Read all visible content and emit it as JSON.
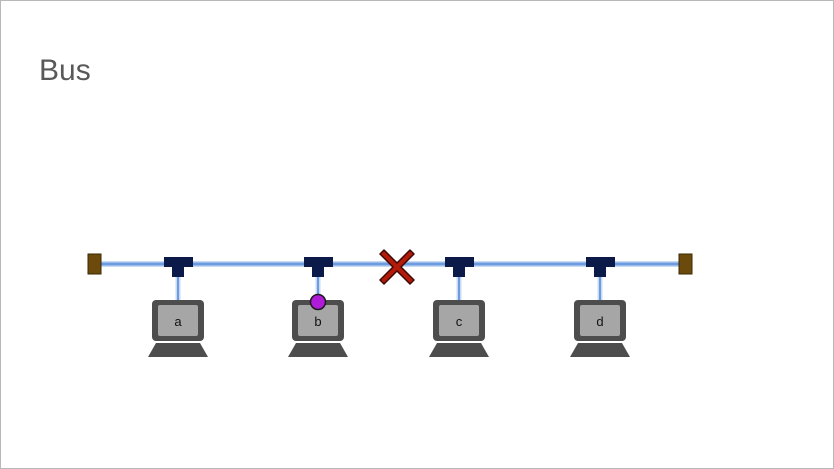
{
  "slide": {
    "title": "Bus"
  },
  "colors": {
    "bus_line": "#6c9be0",
    "bus_glow": "#c9daf5",
    "terminator": "#6b4a0c",
    "connector": "#0c1a4a",
    "monitor_frame": "#4d4d4d",
    "screen": "#a6a6a6",
    "signal_dot": "#b01ad9",
    "break_mark": "#b21a0a"
  },
  "diagram": {
    "computers": [
      {
        "label": "a"
      },
      {
        "label": "b"
      },
      {
        "label": "c"
      },
      {
        "label": "d"
      }
    ],
    "icons": {
      "terminator": "terminator-icon",
      "connector": "t-connector-icon",
      "computer": "computer-icon",
      "break": "cable-break-icon",
      "signal": "signal-dot-icon"
    }
  }
}
